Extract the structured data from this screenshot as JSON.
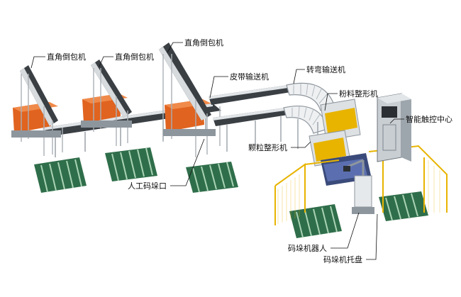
{
  "labels": {
    "wrapper_1": "直角倒包机",
    "wrapper_2": "直角倒包机",
    "wrapper_3": "直角倒包机",
    "belt_conveyor": "皮带输送机",
    "turn_conveyor": "转弯输送机",
    "powder_shaper": "粉料整形机",
    "granule_shaper": "颗粒整形机",
    "control_center": "智能触控中心",
    "manual_stacking": "人工码垛口",
    "palletizing_robot": "码垛机器人",
    "palletizer_tray": "码垛机托盘"
  },
  "colors": {
    "frame": "#c9ced3",
    "dark": "#2b2f33",
    "orange": "#e0631f",
    "green": "#2f6e4a",
    "yellow": "#e8b400",
    "steel": "#8e969d"
  }
}
